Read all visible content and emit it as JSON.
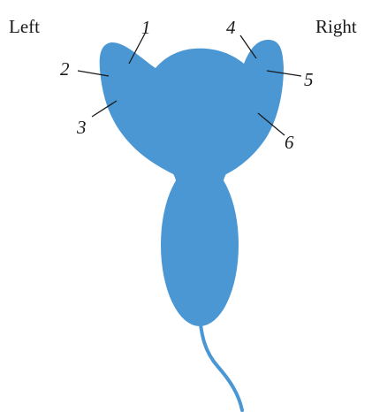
{
  "labels": {
    "left": "Left",
    "right": "Right"
  },
  "callouts": [
    "1",
    "2",
    "3",
    "4",
    "5",
    "6"
  ],
  "colors": {
    "body": "#4a97d4",
    "text": "#1a1a1a",
    "background": "#ffffff"
  }
}
